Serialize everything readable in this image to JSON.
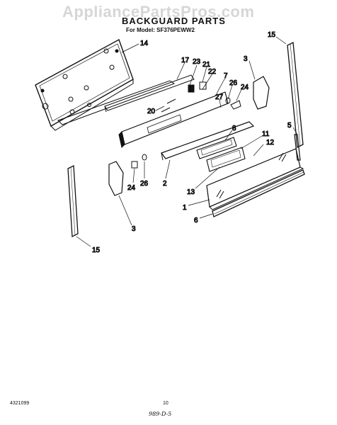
{
  "watermark": "AppliancePartsPros.com",
  "title": "BACKGUARD PARTS",
  "model": "For Model: SF376PEWW2",
  "footer": {
    "doc_number": "4321099",
    "page_number": "10",
    "handwritten_note": "989-D-5"
  },
  "callouts": [
    "14",
    "15",
    "3",
    "17",
    "23",
    "21",
    "22",
    "7",
    "26",
    "24",
    "27",
    "20",
    "8",
    "11",
    "5",
    "12",
    "24",
    "26",
    "2",
    "13",
    "1",
    "6",
    "3",
    "15"
  ]
}
